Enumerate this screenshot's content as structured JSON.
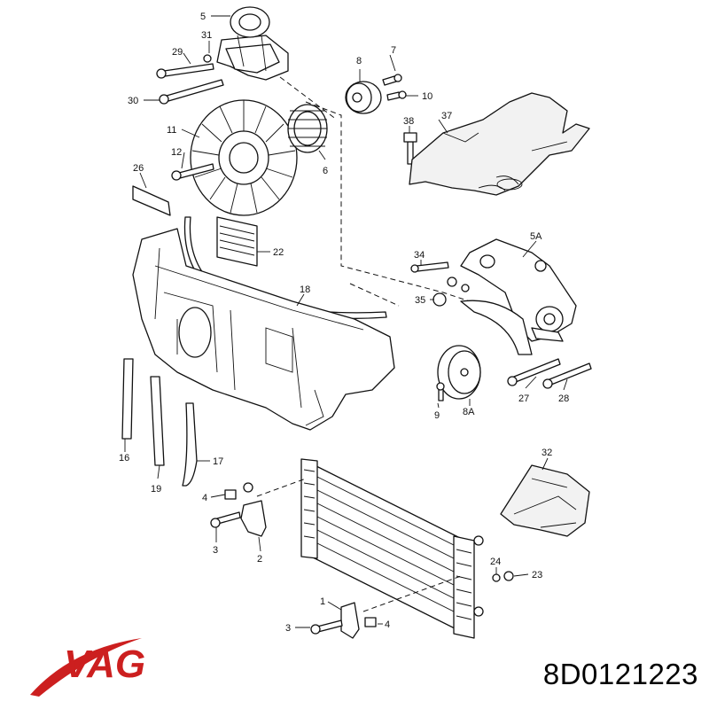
{
  "brand": {
    "logo_text": "VAG",
    "logo_color": "#cc1f1f"
  },
  "part_number": "8D0121223",
  "callouts": [
    "5",
    "31",
    "29",
    "7",
    "8",
    "10",
    "30",
    "38",
    "37",
    "11",
    "12",
    "6",
    "26",
    "22",
    "18",
    "5A",
    "34",
    "35",
    "16",
    "19",
    "17",
    "27",
    "28",
    "9",
    "8A",
    "32",
    "4",
    "3",
    "2",
    "24",
    "23",
    "1",
    "3",
    "4"
  ]
}
